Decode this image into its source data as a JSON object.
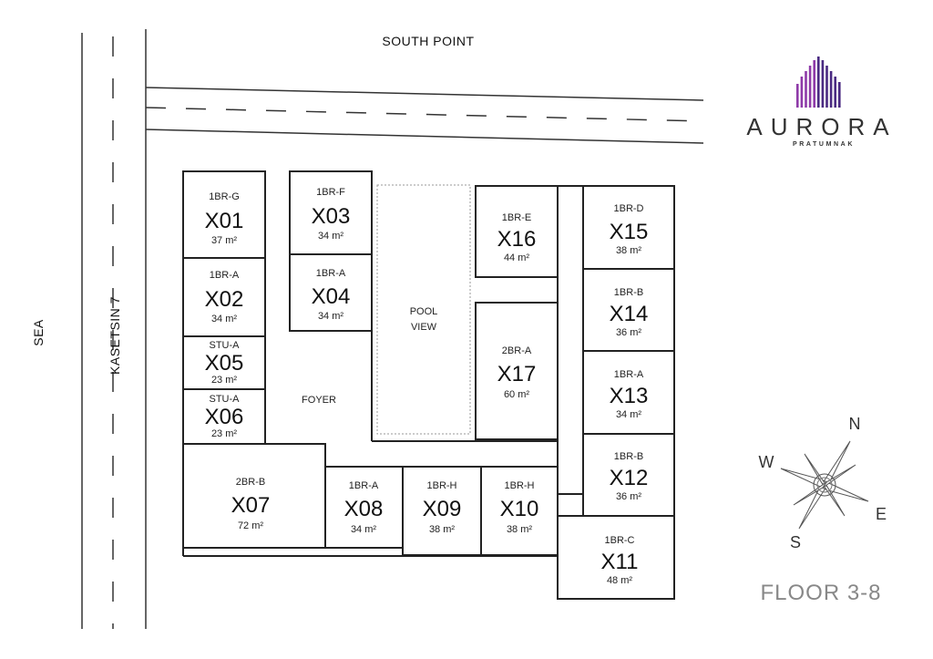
{
  "brand": {
    "name": "AURORA",
    "subtitle": "PRATUMNAK",
    "logo_color": "#8e3aa8",
    "logo_color_dark": "#4a2a82"
  },
  "floor_label": "FLOOR 3-8",
  "roads": {
    "south_point": "SOUTH POINT",
    "kasetsin": "KASETSIN 7",
    "sea": "SEA"
  },
  "areas": {
    "foyer": "FOYER",
    "pool_view": [
      "POOL",
      "VIEW"
    ]
  },
  "compass": {
    "n": "N",
    "e": "E",
    "s": "S",
    "w": "W"
  },
  "units": [
    {
      "code": "X01",
      "type": "1BR-G",
      "area": "37 m²"
    },
    {
      "code": "X02",
      "type": "1BR-A",
      "area": "34 m²"
    },
    {
      "code": "X05",
      "type": "STU-A",
      "area": "23 m²"
    },
    {
      "code": "X06",
      "type": "STU-A",
      "area": "23 m²"
    },
    {
      "code": "X03",
      "type": "1BR-F",
      "area": "34 m²"
    },
    {
      "code": "X04",
      "type": "1BR-A",
      "area": "34 m²"
    },
    {
      "code": "X16",
      "type": "1BR-E",
      "area": "44 m²"
    },
    {
      "code": "X17",
      "type": "2BR-A",
      "area": "60 m²"
    },
    {
      "code": "X15",
      "type": "1BR-D",
      "area": "38 m²"
    },
    {
      "code": "X14",
      "type": "1BR-B",
      "area": "36 m²"
    },
    {
      "code": "X13",
      "type": "1BR-A",
      "area": "34 m²"
    },
    {
      "code": "X12",
      "type": "1BR-B",
      "area": "36 m²"
    },
    {
      "code": "X11",
      "type": "1BR-C",
      "area": "48 m²"
    },
    {
      "code": "X07",
      "type": "2BR-B",
      "area": "72 m²"
    },
    {
      "code": "X08",
      "type": "1BR-A",
      "area": "34 m²"
    },
    {
      "code": "X09",
      "type": "1BR-H",
      "area": "38 m²"
    },
    {
      "code": "X10",
      "type": "1BR-H",
      "area": "38 m²"
    }
  ]
}
